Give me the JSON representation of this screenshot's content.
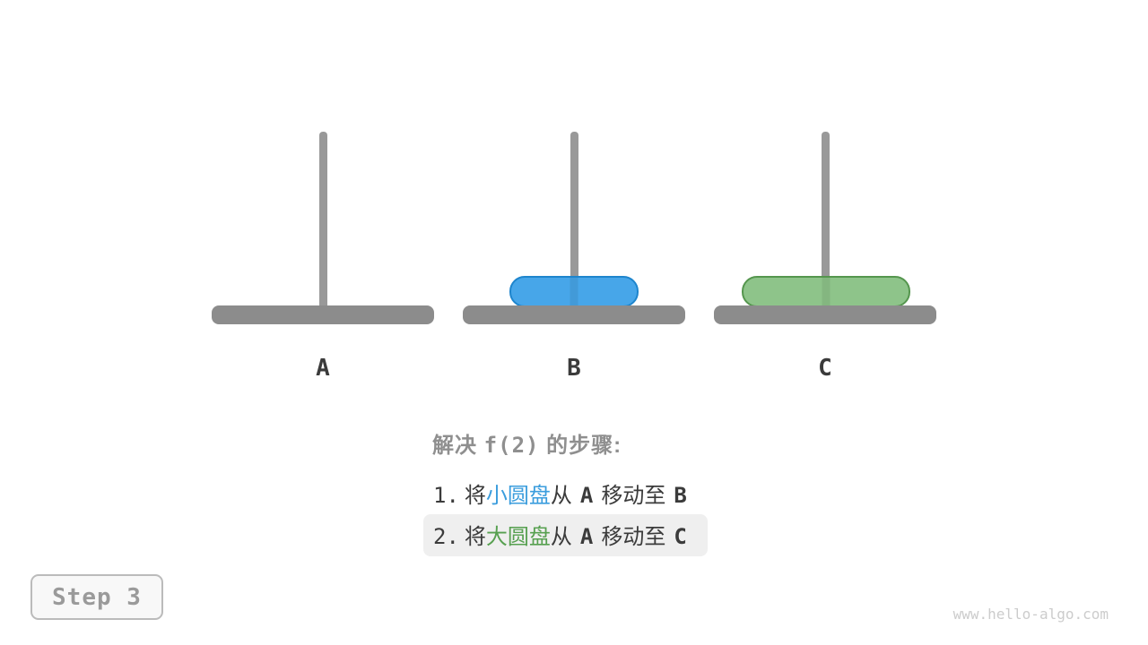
{
  "colors": {
    "rod": "#999999",
    "base": "#8c8c8c",
    "disk_small_fill": "#47a6e9",
    "disk_small_border": "#1e85cd",
    "disk_large_fill": "#8ec48a",
    "disk_large_border": "#55964e",
    "text_dark": "#3b3b3b",
    "text_gray": "#8f8f8f",
    "accent_blue": "#3b9ddd",
    "accent_green": "#57a050",
    "highlight_bg": "#efefef",
    "step_border": "#bbbbbb",
    "step_bg": "#f8f8f8",
    "step_text": "#9a9a9a",
    "watermark": "#cccccc"
  },
  "pegs": [
    {
      "label": "A",
      "disks": []
    },
    {
      "label": "B",
      "disks": [
        "small-blue-disk"
      ]
    },
    {
      "label": "C",
      "disks": [
        "large-green-disk"
      ]
    }
  ],
  "steps": {
    "title_pre": "解决 ",
    "title_code": "f(2)",
    "title_post": " 的步骤:",
    "items": [
      {
        "num": "1.",
        "pre": "将",
        "disk": "小圆盘",
        "mid": "从",
        "from": "A",
        "move": "移动至",
        "to": "B",
        "highlighted": false
      },
      {
        "num": "2.",
        "pre": "将",
        "disk": "大圆盘",
        "mid": "从",
        "from": "A",
        "move": "移动至",
        "to": "C",
        "highlighted": true
      }
    ]
  },
  "step_badge": "Step 3",
  "watermark": "www.hello-algo.com"
}
